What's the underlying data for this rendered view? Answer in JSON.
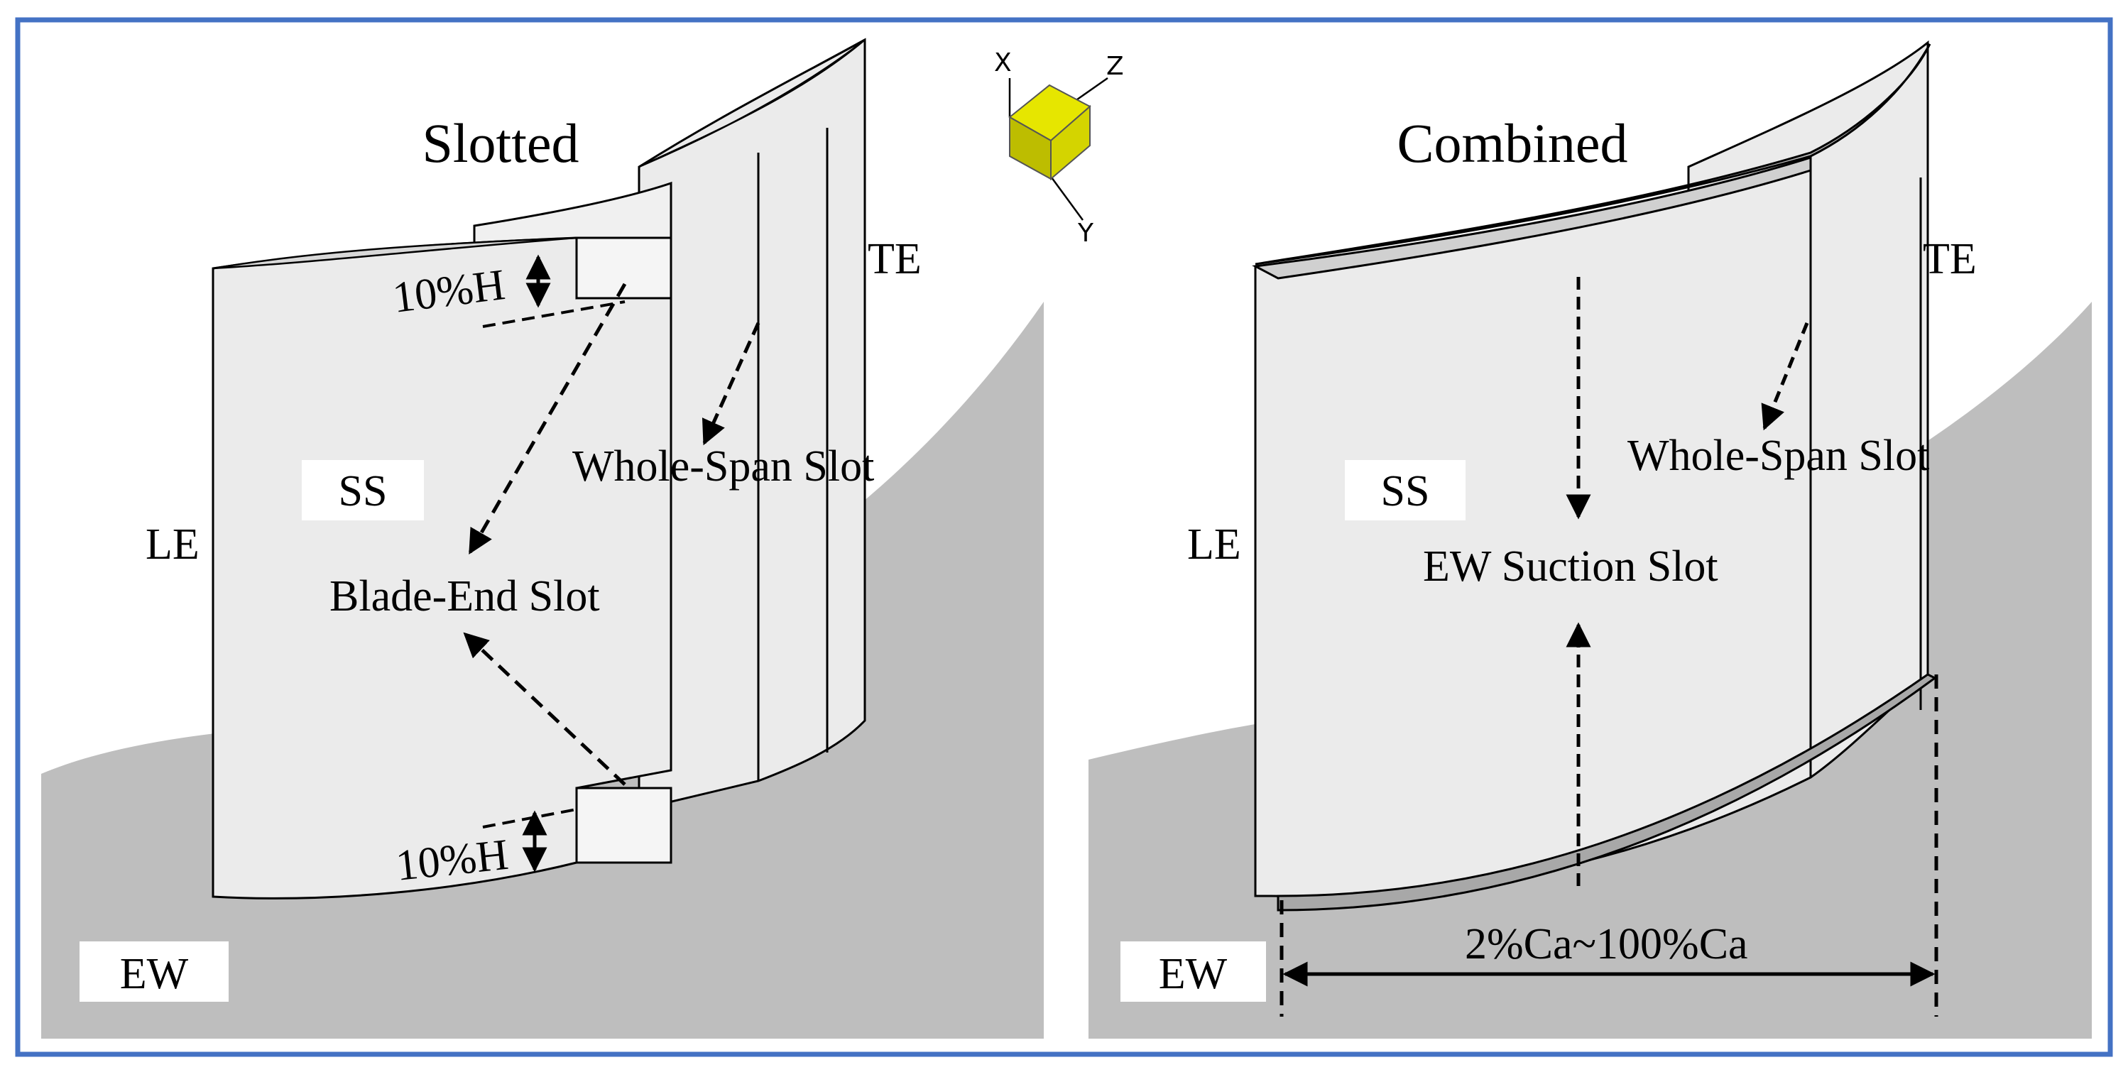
{
  "colors": {
    "frame": "#4472C4",
    "endwall": "#BEBEBE",
    "blade_face": "#EDEDED",
    "blade_edge": "#000000",
    "cube": "#CCCC00"
  },
  "left_panel": {
    "title": "Slotted",
    "le_label": "LE",
    "te_label": "TE",
    "ss_label": "SS",
    "ew_label": "EW",
    "height_label_top": "10%H",
    "height_label_bottom": "10%H",
    "whole_span_label": "Whole-Span Slot",
    "blade_end_label": "Blade-End Slot"
  },
  "right_panel": {
    "title": "Combined",
    "le_label": "LE",
    "te_label": "TE",
    "ss_label": "SS",
    "ew_label": "EW",
    "whole_span_label": "Whole-Span Slot",
    "suction_label": "EW Suction Slot",
    "range_label": "2%Ca~100%Ca"
  },
  "axes_triad": {
    "x": "X",
    "y": "Y",
    "z": "Z",
    "icon": "coordinate-cube-icon"
  }
}
